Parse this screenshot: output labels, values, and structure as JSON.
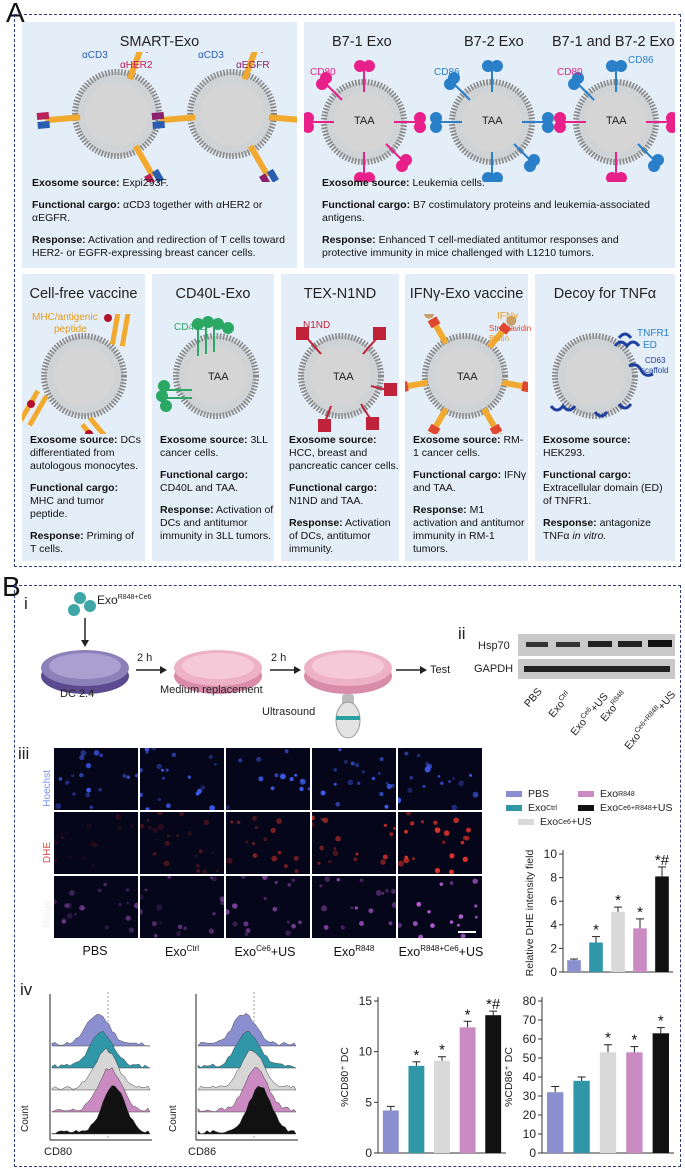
{
  "panel_a": {
    "letter": "A",
    "cells": [
      {
        "title": "SMART-Exo",
        "labels": [
          "αCD3",
          "αHER2",
          "αCD3",
          "αEGFR"
        ],
        "source": "Expi293F.",
        "cargo": "αCD3 together with αHER2 or αEGFR.",
        "response": "Activation and redirection of T cells toward HER2- or EGFR-expressing breast cancer cells."
      },
      {
        "title": "B7-1 Exo",
        "title2": "B7-2 Exo",
        "title3": "B7-1 and B7-2 Exo",
        "labels": [
          "CD80",
          "CD86",
          "CD80",
          "CD86"
        ],
        "taa": "TAA",
        "source": "Leukemia cells.",
        "cargo": "B7 costimulatory proteins and leukemia-associated antigens.",
        "response": "Enhanced T cell-mediated antitumor responses and protective immunity in mice challenged with L1210 tumors."
      },
      {
        "title": "Cell-free vaccine",
        "labels": [
          "MHC/antigenic",
          "peptide"
        ],
        "source": "DCs differentiated from autologous monocytes.",
        "cargo": "MHC and tumor peptide.",
        "response": "Priming of T cells."
      },
      {
        "title": "CD40L-Exo",
        "labels": [
          "CD40L"
        ],
        "taa": "TAA",
        "source": "3LL cancer cells.",
        "cargo": "CD40L and TAA.",
        "response": "Activation of DCs and  antitumor immunity in 3LL tumors."
      },
      {
        "title": "TEX-N1ND",
        "labels": [
          "N1ND"
        ],
        "taa": "TAA",
        "source": "HCC, breast and pancreatic cancer cells.",
        "cargo": "N1ND and TAA.",
        "response": "Activation of DCs, antitumor immunity."
      },
      {
        "title": "IFNγ-Exo vaccine",
        "labels": [
          "IFNγ",
          "Streptavidin",
          "Biotin"
        ],
        "taa": "TAA",
        "source": "RM-1 cancer cells.",
        "cargo": "IFNγ and TAA.",
        "response": "M1 activation and antitumor immunity in RM-1 tumors."
      },
      {
        "title": "Decoy for TNFα",
        "labels": [
          "TNFR1",
          "ED",
          "CD63",
          "scaffold"
        ],
        "source": "HEK293.",
        "cargo": "Extracellular domain (ED) of TNFR1.",
        "response_a": "antagonize TNFα ",
        "response_b": "in vitro."
      }
    ],
    "keys": {
      "source": "Exosome source:",
      "cargo": "Functional cargo:",
      "response": "Response:"
    }
  },
  "panel_b": {
    "letter": "B",
    "sub_i": "i",
    "sub_ii": "ii",
    "sub_iii": "iii",
    "sub_iv": "iv",
    "exo_label": "Exo",
    "exo_sup": "R848+Ce6",
    "step1": "2 h",
    "step2": "2 h",
    "dish1": "DC 2.4",
    "dish2": "Medium replacement",
    "test": "Test",
    "ultrasound": "Ultrasound",
    "blot_rows": [
      "Hsp70",
      "GAPDH"
    ],
    "blot_lanes": [
      {
        "base": "PBS",
        "sup": "",
        "tail": ""
      },
      {
        "base": "Exo",
        "sup": "Ctrl",
        "tail": ""
      },
      {
        "base": "Exo",
        "sup": "Ce6",
        "tail": "+US"
      },
      {
        "base": "Exo",
        "sup": "R848",
        "tail": ""
      },
      {
        "base": "Exo",
        "sup": "Ce6+R848",
        "tail": "+US"
      }
    ],
    "micro_rows": [
      "Hoechst",
      "DHE",
      "Merge"
    ],
    "micro_cols": [
      {
        "base": "PBS",
        "sup": "",
        "tail": ""
      },
      {
        "base": "Exo",
        "sup": "Ctrl",
        "tail": ""
      },
      {
        "base": "Exo",
        "sup": "Ce6",
        "tail": "+US"
      },
      {
        "base": "Exo",
        "sup": "R848",
        "tail": ""
      },
      {
        "base": "Exo",
        "sup": "R848+Ce6",
        "tail": "+US"
      }
    ],
    "flow_x": [
      "CD80",
      "CD86"
    ],
    "flow_y": "Count"
  },
  "legend": [
    {
      "base": "PBS",
      "sup": "",
      "tail": "",
      "color": "#8b8fcf"
    },
    {
      "base": "Exo",
      "sup": "Ctrl",
      "tail": "",
      "color": "#2f97a8"
    },
    {
      "base": "Exo",
      "sup": "Ce6",
      "tail": "+US",
      "color": "#d9d9d9"
    },
    {
      "base": "Exo",
      "sup": "R848",
      "tail": "",
      "color": "#c98bc2"
    },
    {
      "base": "Exo",
      "sup": "Ce6+R848",
      "tail": "+US",
      "color": "#111111"
    }
  ],
  "chart_data": [
    {
      "type": "bar",
      "id": "dhe",
      "ylabel": "Relative DHE intensity field",
      "ylim": [
        0,
        10
      ],
      "yticks": [
        0,
        2,
        4,
        6,
        8,
        10
      ],
      "values": [
        1.0,
        2.5,
        5.1,
        3.7,
        8.1
      ],
      "errors": [
        0.1,
        0.5,
        0.4,
        0.8,
        0.8
      ],
      "marks": [
        "",
        "*",
        "*",
        "*",
        "*#"
      ],
      "colors": [
        "#8b8fcf",
        "#2f97a8",
        "#d9d9d9",
        "#c98bc2",
        "#111111"
      ]
    },
    {
      "type": "bar",
      "id": "cd80",
      "ylabel": "%CD80⁺ DC",
      "ylim": [
        0,
        15
      ],
      "yticks": [
        0,
        5,
        10,
        15
      ],
      "values": [
        4.2,
        8.6,
        9.1,
        12.4,
        13.6
      ],
      "errors": [
        0.4,
        0.4,
        0.4,
        0.6,
        0.4
      ],
      "marks": [
        "",
        "*",
        "*",
        "*",
        "*#"
      ],
      "colors": [
        "#8b8fcf",
        "#2f97a8",
        "#d9d9d9",
        "#c98bc2",
        "#111111"
      ]
    },
    {
      "type": "bar",
      "id": "cd86",
      "ylabel": "%CD86⁺ DC",
      "ylim": [
        0,
        80
      ],
      "yticks": [
        0,
        10,
        20,
        30,
        40,
        50,
        60,
        70,
        80
      ],
      "values": [
        32,
        38,
        53,
        53,
        63
      ],
      "errors": [
        3,
        2,
        4,
        3,
        3
      ],
      "marks": [
        "",
        "",
        "*",
        "*",
        "*"
      ],
      "colors": [
        "#8b8fcf",
        "#2f97a8",
        "#d9d9d9",
        "#c98bc2",
        "#111111"
      ]
    }
  ]
}
